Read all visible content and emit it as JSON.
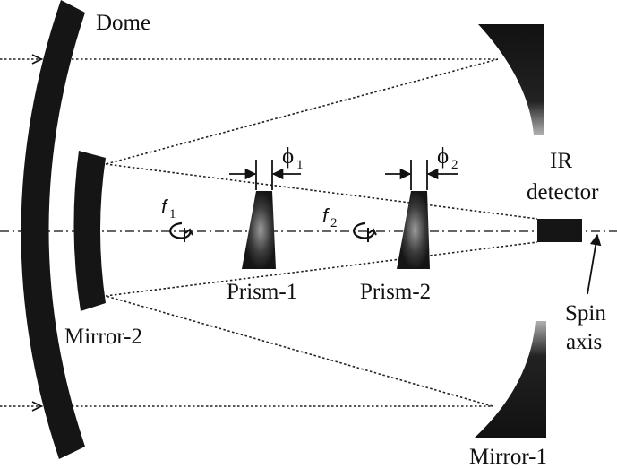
{
  "labels": {
    "dome": "Dome",
    "ir_detector_line1": "IR",
    "ir_detector_line2": "detector",
    "prism1": "Prism-1",
    "prism2": "Prism-2",
    "mirror2": "Mirror-2",
    "mirror1": "Mirror-1",
    "spin_line1": "Spin",
    "spin_line2": "axis",
    "f1_symbol": "f",
    "f1_sub": "1",
    "f2_symbol": "f",
    "f2_sub": "2",
    "phi1_symbol": "ϕ",
    "phi1_sub": "1",
    "phi2_symbol": "ϕ",
    "phi2_sub": "2"
  },
  "colors": {
    "ink": "#111111",
    "prism_highlight": "#8a8a8a",
    "mirror1_highlight": "#b5b5b5"
  }
}
